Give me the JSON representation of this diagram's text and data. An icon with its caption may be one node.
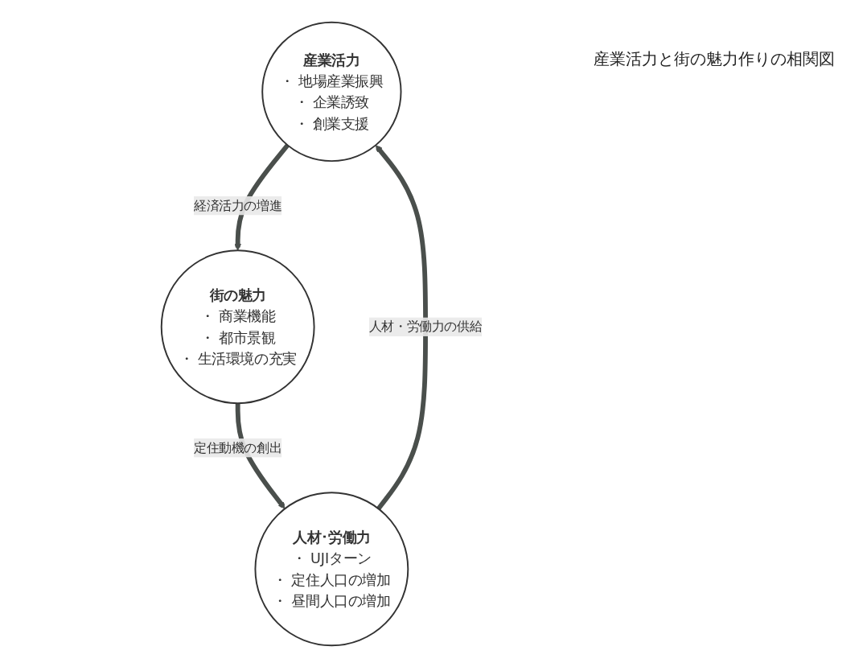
{
  "diagram": {
    "title": "産業活力と街の魅力作りの相関図",
    "nodes": [
      {
        "text": [
          "産業活力",
          "・ 地場産業振興",
          "・ 企業誘致",
          "・ 創業支援"
        ]
      },
      {
        "text": [
          "人材･労働力",
          "・ UJIターン",
          "・ 定住人口の増加",
          "・ 昼間人口の増加"
        ]
      },
      {
        "text": [
          "街の魅力",
          "・ 商業機能",
          "・ 都市景観",
          "・ 生活環境の充実"
        ]
      }
    ],
    "edges": [
      {
        "from": 0,
        "to": 2,
        "arrow": "to",
        "label": "経済活力の増進"
      },
      {
        "from": 2,
        "to": 1,
        "arrow": "to",
        "label": "定住動機の創出"
      },
      {
        "from": 1,
        "to": 0,
        "arrow": "to",
        "label": "人材・労働力の供給"
      }
    ]
  }
}
